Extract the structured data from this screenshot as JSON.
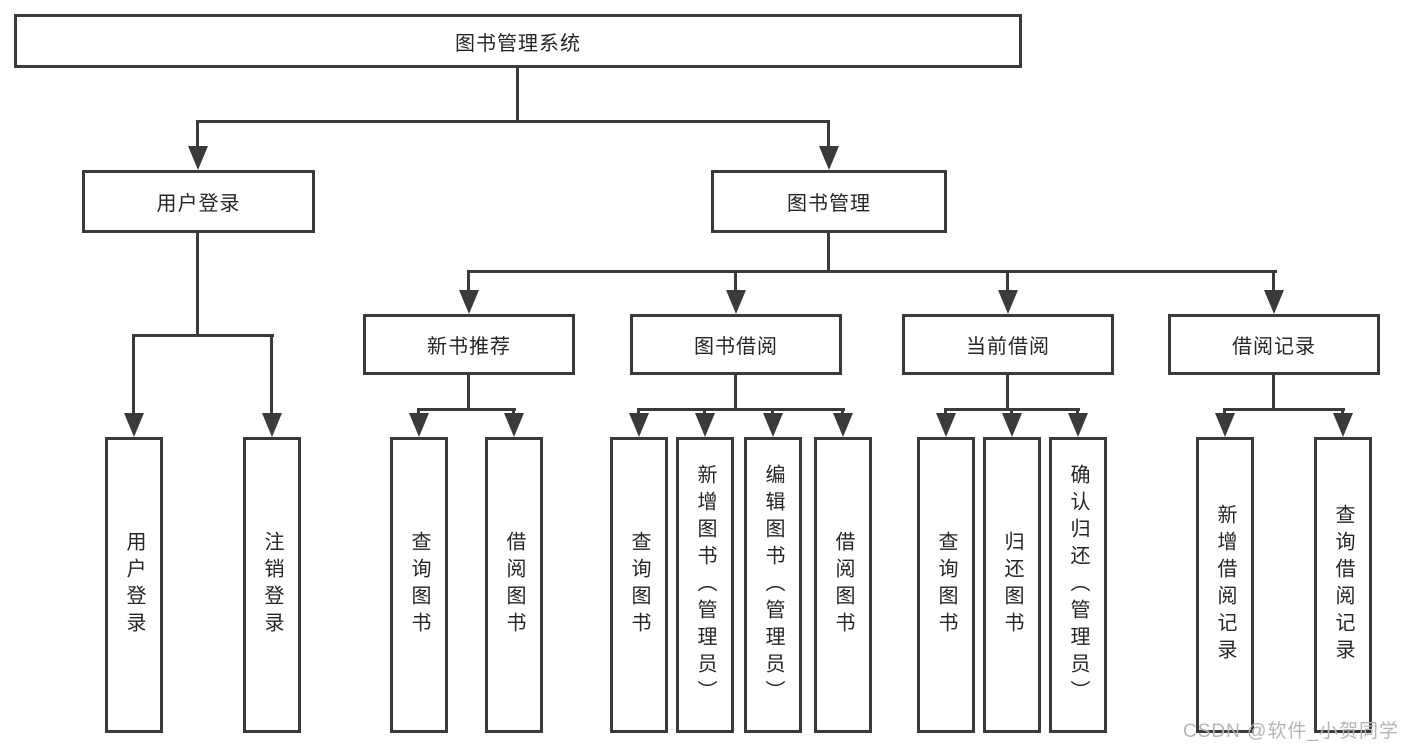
{
  "diagram": {
    "root": {
      "label": "图书管理系统"
    },
    "branches": [
      {
        "label": "用户登录"
      },
      {
        "label": "图书管理"
      }
    ],
    "modules": [
      {
        "label": "新书推荐"
      },
      {
        "label": "图书借阅"
      },
      {
        "label": "当前借阅"
      },
      {
        "label": "借阅记录"
      }
    ],
    "leaves": {
      "user_login": [
        "用户登录",
        "注销登录"
      ],
      "new_books": [
        "查询图书",
        "借阅图书"
      ],
      "book_borrowing": [
        "查询图书",
        "新增图书（管理员）",
        "编辑图书（管理员）",
        "借阅图书"
      ],
      "current_borrowing": [
        "查询图书",
        "归还图书",
        "确认归还（管理员）"
      ],
      "borrowing_records": [
        "新增借阅记录",
        "查询借阅记录"
      ]
    }
  },
  "watermark": {
    "text": "CSDN @软件_小贺同学"
  },
  "colors": {
    "line": "#3a3a3a",
    "text": "#262626",
    "bg": "#ffffff",
    "watermark": "#b5b5b5"
  }
}
